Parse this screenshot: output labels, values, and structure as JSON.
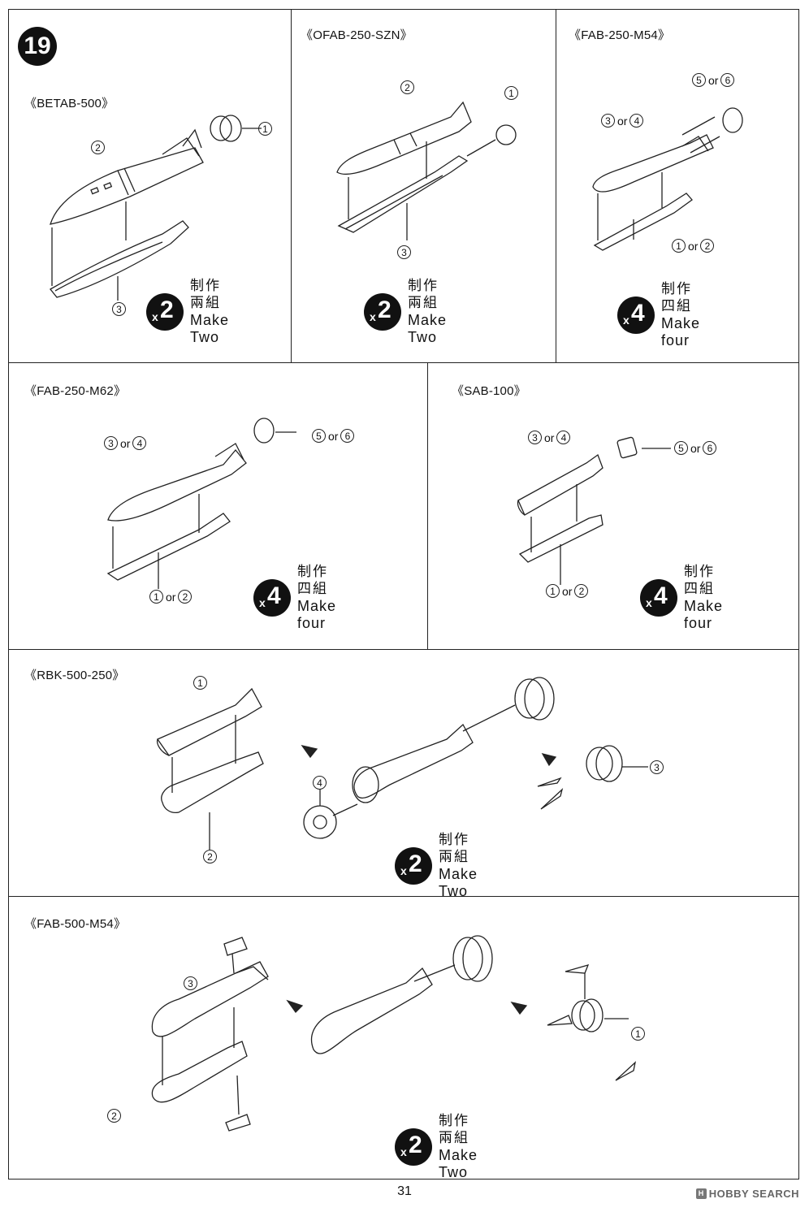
{
  "step_number": "19",
  "panels": [
    {
      "title": "《BETAB-500》",
      "multiplier": "x",
      "count": "2",
      "zh": "制作兩組",
      "en": "Make Two",
      "parts": [
        "1",
        "2",
        "3"
      ]
    },
    {
      "title": "《OFAB-250-SZN》",
      "multiplier": "x",
      "count": "2",
      "zh": "制作兩組",
      "en": "Make Two",
      "parts": [
        "1",
        "2",
        "3"
      ]
    },
    {
      "title": "《FAB-250-M54》",
      "multiplier": "x",
      "count": "4",
      "zh": "制作四組",
      "en": "Make four",
      "parts": [
        "5",
        "6",
        "3",
        "4",
        "1",
        "2"
      ]
    },
    {
      "title": "《FAB-250-M62》",
      "multiplier": "x",
      "count": "4",
      "zh": "制作四組",
      "en": "Make four",
      "parts": [
        "3",
        "4",
        "5",
        "6",
        "1",
        "2"
      ]
    },
    {
      "title": "《SAB-100》",
      "multiplier": "x",
      "count": "4",
      "zh": "制作四組",
      "en": "Make four",
      "parts": [
        "3",
        "4",
        "5",
        "6",
        "1",
        "2"
      ]
    },
    {
      "title": "《RBK-500-250》",
      "multiplier": "x",
      "count": "2",
      "zh": "制作兩組",
      "en": "Make Two",
      "parts": [
        "1",
        "2",
        "3",
        "4"
      ]
    },
    {
      "title": "《FAB-500-M54》",
      "multiplier": "x",
      "count": "2",
      "zh": "制作兩組",
      "en": "Make Two",
      "parts": [
        "1",
        "2",
        "3"
      ]
    }
  ],
  "or_word": "or",
  "page_number": "31",
  "watermark": "HOBBY SEARCH",
  "watermark_badge": "H"
}
